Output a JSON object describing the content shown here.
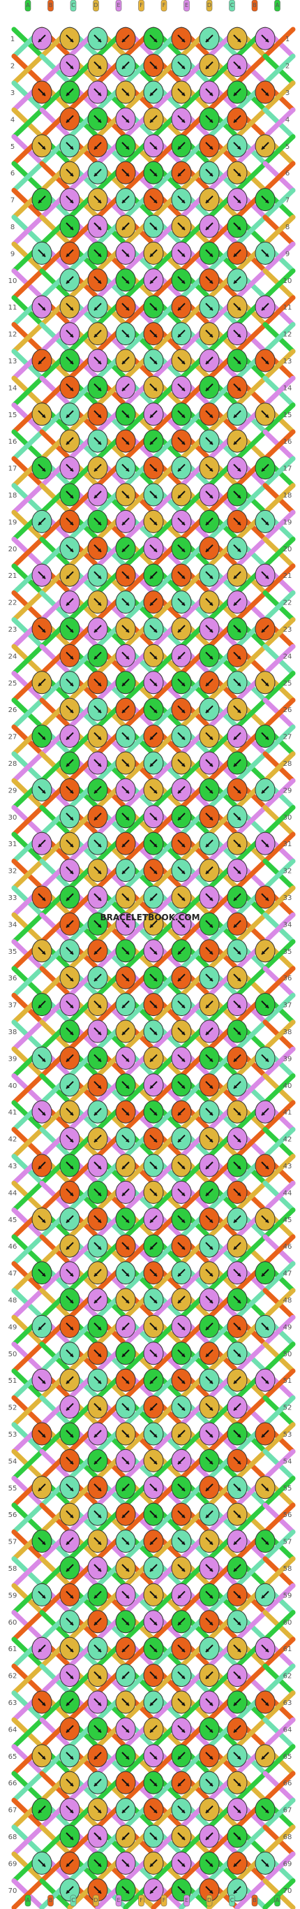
{
  "site_watermark": "BRACELETBOOK.COM",
  "rows_total": 70,
  "threads_total": 12,
  "thread_letters": [
    "A",
    "B",
    "C",
    "D",
    "E",
    "F",
    "F",
    "E",
    "D",
    "C",
    "B",
    "A"
  ],
  "colors": {
    "A": "#2ecc40",
    "B": "#e8621a",
    "C": "#6ee0b0",
    "D": "#e0b43a",
    "E": "#d98ae6",
    "F": "#e8b43a"
  },
  "palette_order": [
    "#2ecc40",
    "#e8621a",
    "#6ee0b0",
    "#e0b43a",
    "#d98ae6"
  ],
  "icon_names": [
    "knot-arrow-right-icon",
    "knot-arrow-left-icon"
  ]
}
